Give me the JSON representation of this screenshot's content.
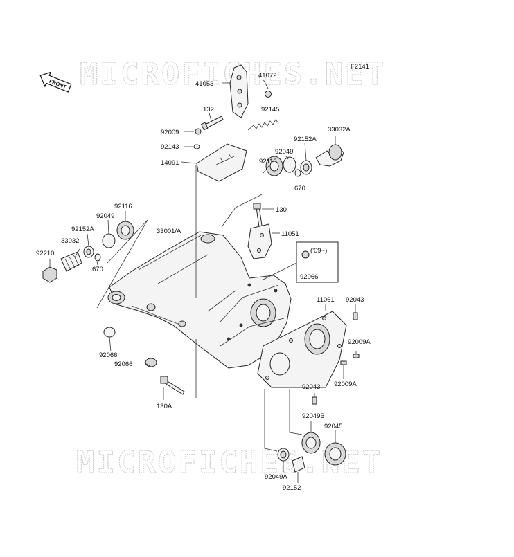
{
  "diagram": {
    "code": "F2141",
    "front_arrow_text": "FRONT",
    "watermark": "MICROFICHES.NET",
    "variant_note": "('09~)",
    "labels": {
      "41053": "41053",
      "41072": "41072",
      "132": "132",
      "92145": "92145",
      "92009": "92009",
      "92143": "92143",
      "14091": "14091",
      "33032A": "33032A",
      "92152A_r": "92152A",
      "92049_r": "92049",
      "92116_r": "92116",
      "670_r": "670",
      "130": "130",
      "11051": "11051",
      "92066_box": "92066",
      "92116_l": "92116",
      "92049_l": "92049",
      "92152A_l": "92152A",
      "33032": "33032",
      "92210": "92210",
      "670_l": "670",
      "33001A": "33001/A",
      "11061": "11061",
      "92043_a": "92043",
      "92009A_a": "92009A",
      "92009A_b": "92009A",
      "92043_b": "92043",
      "92049B": "92049B",
      "92045": "92045",
      "92066_a": "92066",
      "92066_b": "92066",
      "130A": "130A",
      "92049A": "92049A",
      "92152": "92152"
    }
  }
}
